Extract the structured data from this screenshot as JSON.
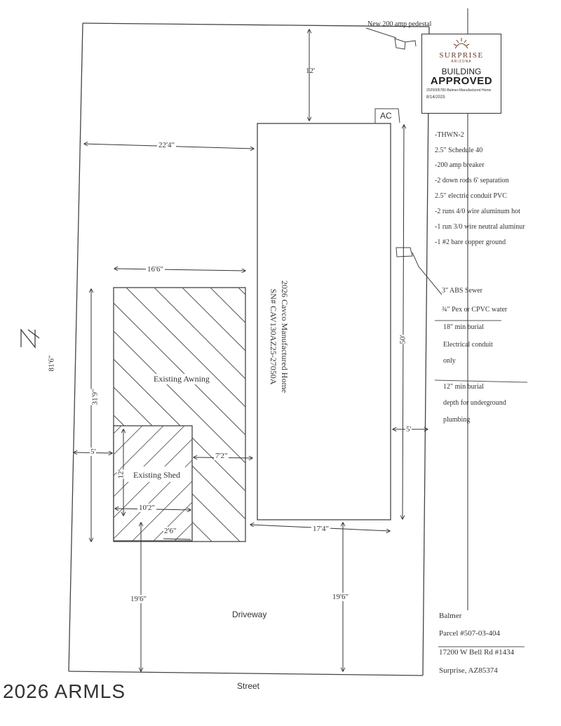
{
  "stamp": {
    "city": "SURPRISE",
    "state": "ARIZONA",
    "line1": "BUILDING",
    "line2": "APPROVED",
    "permit": "2025005780-Balmer-Manufactured Home",
    "date": "8/14/2025"
  },
  "site": {
    "pedestal_label": "New 200 amp pedestal",
    "ac_label": "AC",
    "dim_top": "12'",
    "dim_left_home": "22'4\"",
    "dim_awning_width": "16'6\"",
    "dim_awning_depth": "31'9\"",
    "dim_side_setback": "5'",
    "dim_right_setback": "5'",
    "dim_home_length": "50'",
    "dim_home_width": "17'4\"",
    "dim_shed_depth": "12'",
    "dim_shed_width": "10'2\"",
    "dim_shed_to_home": "7'2\"",
    "dim_shed_to_awning": "2'6\"",
    "dim_front_left": "19'6\"",
    "dim_front_right": "19'6\"",
    "dim_lot_depth": "81'6\"",
    "north_label": "N",
    "home_line1": "2026 Cavco Manufactured Home",
    "home_line2": "SN# CAV130AZ25-27050A",
    "awning_label": "Existing Awning",
    "shed_label": "Existing Shed",
    "driveway_label": "Driveway",
    "street_label": "Street"
  },
  "notes": [
    "-THWN-2",
    "2.5\" Schedule 40",
    "-200 amp breaker",
    "-2 down rods 6' separation",
    "2.5\" electric conduit PVC",
    "-2 runs 4/0 wire aluminum hot",
    "-1 run 3/0 wire neutral aluminur",
    "-1 #2 bare copper ground",
    "3\" ABS Sewer",
    "¾\" Pex or CPVC water",
    "18\" min burial",
    "Electrical conduit",
    "only",
    "12\" min burial",
    "depth for underground",
    "plumbing"
  ],
  "parcel": {
    "owner": "Balmer",
    "parcel_no": "Parcel #507-03-404",
    "address": "17200 W Bell Rd #1434",
    "city": "Surprise, AZ85374"
  },
  "watermark": "2026 ARMLS"
}
